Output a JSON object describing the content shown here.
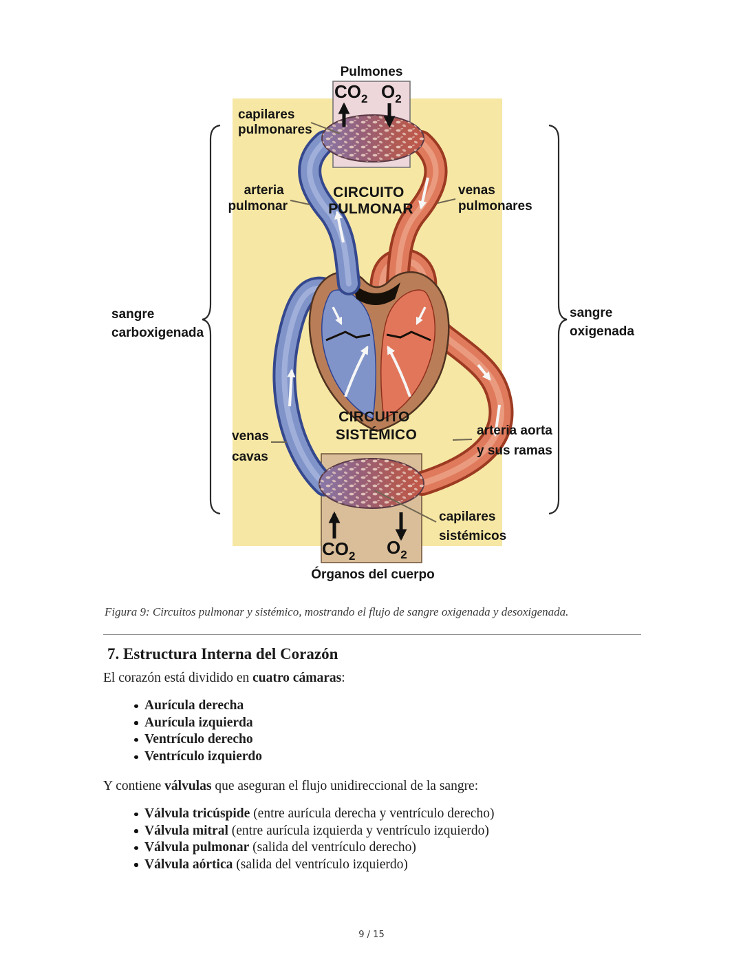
{
  "page": {
    "footer": "9 / 15"
  },
  "figure": {
    "caption": "Figura 9: Circuitos pulmonar y sistémico, mostrando el flujo de sangre oxigenada y desoxigenada."
  },
  "diagram": {
    "gas_co2": {
      "main": "CO",
      "sub": "2"
    },
    "gas_o2": {
      "main": "O",
      "sub": "2"
    },
    "labels": {
      "pulmones": "Pulmones",
      "capilares_pulmonares": [
        "capilares",
        "pulmonares"
      ],
      "arteria_pulmonar": [
        "arteria",
        "pulmonar"
      ],
      "circuito_pulmonar": [
        "CIRCUITO",
        "PULMONAR"
      ],
      "venas_pulmonares": [
        "venas",
        "pulmonares"
      ],
      "sangre_carboxigenada": [
        "sangre",
        "carboxigenada"
      ],
      "sangre_oxigenada": [
        "sangre",
        "oxigenada"
      ],
      "circuito_sistemico": [
        "CIRCUITO",
        "SISTÉMICO"
      ],
      "venas_cavas": [
        "venas",
        "cavas"
      ],
      "arteria_aorta": [
        "arteria aorta",
        "y sus ramas"
      ],
      "capilares_sistemicos": [
        "capilares",
        "sistémicos"
      ],
      "organos": "Órganos del cuerpo"
    },
    "colors": {
      "background_panel": "#f6e7a4",
      "lungs_box": "#eed7db",
      "organs_box": "#dabe99",
      "vein_blue": "#8094c9",
      "artery_red": "#e07a5c",
      "heart_brown": "#b97e57",
      "capillary_purple": "#96607a"
    }
  },
  "section": {
    "heading": "7. Estructura Interna del Corazón",
    "intro_pre": "El corazón está dividido en ",
    "intro_bold": "cuatro cámaras",
    "intro_post": ":",
    "chambers": [
      "Aurícula derecha",
      "Aurícula izquierda",
      "Ventrículo derecho",
      "Ventrículo izquierdo"
    ],
    "valves_pre": "Y contiene ",
    "valves_bold": "válvulas",
    "valves_post": " que aseguran el flujo unidireccional de la sangre:",
    "valves": [
      {
        "name": "Válvula tricúspide",
        "desc": " (entre aurícula derecha y ventrículo derecho)"
      },
      {
        "name": "Válvula mitral",
        "desc": " (entre aurícula izquierda y ventrículo izquierdo)"
      },
      {
        "name": "Válvula pulmonar",
        "desc": " (salida del ventrículo derecho)"
      },
      {
        "name": "Válvula aórtica",
        "desc": " (salida del ventrículo izquierdo)"
      }
    ]
  }
}
